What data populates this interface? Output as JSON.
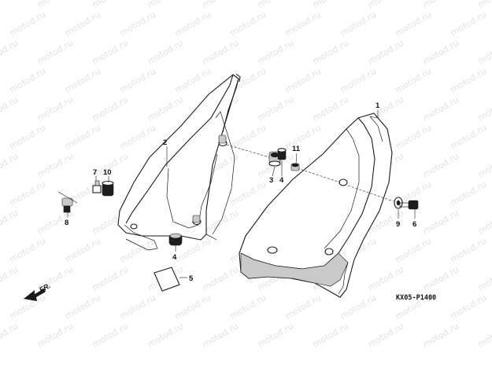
{
  "watermark": {
    "text": "motod.ru"
  },
  "diagram_code": "KX05-P1400",
  "direction_label": "FR.",
  "callouts": {
    "c1": "1",
    "c2": "2",
    "c3": "3",
    "c4a": "4",
    "c4b": "4",
    "c5": "5",
    "c6": "6",
    "c7": "7",
    "c8": "8",
    "c9": "9",
    "c10": "10",
    "c11": "11"
  },
  "colors": {
    "ink": "#1a1a1a",
    "shade": "#c9c9c9",
    "watermark": "#e2e2e2"
  },
  "icons": [
    "front-direction-arrow-icon"
  ]
}
